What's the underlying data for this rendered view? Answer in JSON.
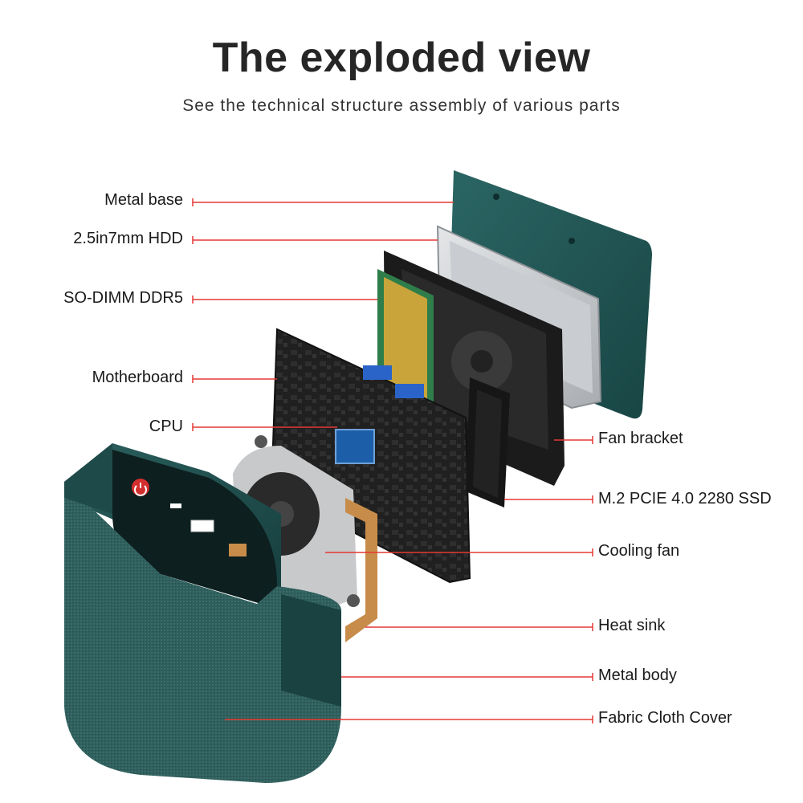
{
  "title": "The exploded view",
  "subtitle": "See the technical structure assembly of various parts",
  "colors": {
    "leader": "#e53935",
    "body": "#1f4f4f",
    "bodyDark": "#163c3c",
    "board": "#1e1e1e",
    "power": "#e53935"
  },
  "labels": {
    "metal_base": "Metal base",
    "hdd": "2.5in7mm HDD",
    "sodimm": "SO-DIMM DDR5",
    "motherboard": "Motherboard",
    "cpu": "CPU",
    "fan_bracket": "Fan bracket",
    "ssd": "M.2 PCIE 4.0 2280 SSD",
    "cooling_fan": "Cooling fan",
    "heat_sink": "Heat sink",
    "metal_body": "Metal body",
    "fabric_cover": "Fabric Cloth Cover"
  },
  "icons": {
    "power": "power-icon"
  }
}
